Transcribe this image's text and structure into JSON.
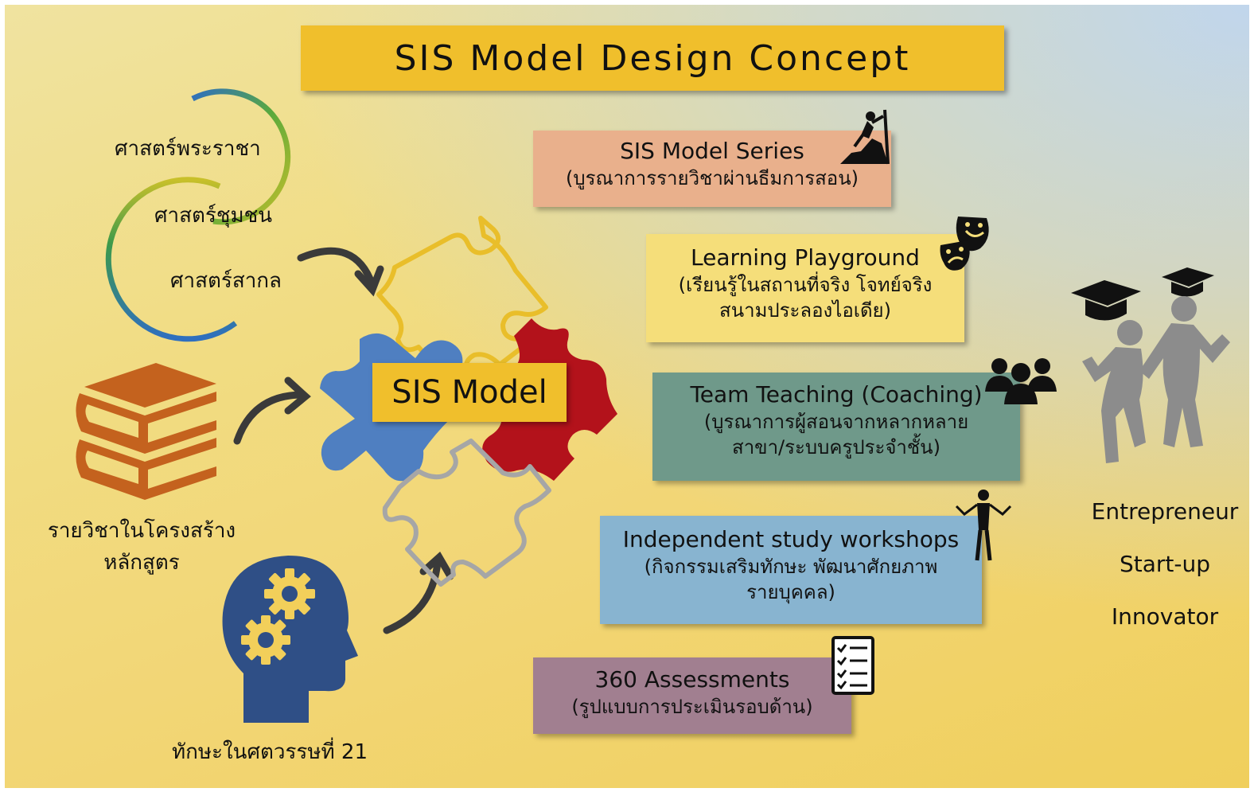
{
  "title": "SIS Model Design Concept",
  "center_label": "SIS Model",
  "sources": {
    "sciences": [
      "ศาสตร์พระราชา",
      "ศาสตร์ชุมชน",
      "ศาสตร์สากล"
    ],
    "curriculum": [
      "รายวิชาในโครงสร้าง",
      "หลักสูตร"
    ],
    "skills": "ทักษะในศตวรรษที่ 21"
  },
  "components": [
    {
      "heading": "SIS Model Series",
      "lines": [
        "(บูรณาการรายวิชาผ่านธีมการสอน)"
      ],
      "color": "#e9b08c",
      "icon": "climber-icon"
    },
    {
      "heading": "Learning Playground",
      "lines": [
        "(เรียนรู้ในสถานที่จริง โจทย์จริง",
        "สนามประลองไอเดีย)"
      ],
      "color": "#f5de7a",
      "icon": "theater-masks-icon"
    },
    {
      "heading": "Team Teaching (Coaching)",
      "lines": [
        "(บูรณาการผู้สอนจากหลากหลาย",
        "สาขา/ระบบครูประจำชั้น)"
      ],
      "color": "#6f998a",
      "icon": "people-group-icon"
    },
    {
      "heading": "Independent study workshops",
      "lines": [
        "(กิจกรรมเสริมทักษะ พัฒนาศักยภาพ",
        "รายบุคคล)"
      ],
      "color": "#88b4d0",
      "icon": "person-stretch-icon"
    },
    {
      "heading": "360 Assessments",
      "lines": [
        "(รูปแบบการประเมินรอบด้าน)"
      ],
      "color": "#a17f90",
      "icon": "checklist-icon"
    }
  ],
  "outcomes": [
    "Entrepreneur",
    "Start-up",
    "Innovator"
  ],
  "colors": {
    "title_bg": "#f0bf2c",
    "puzzle_blue": "#4f7fc1",
    "puzzle_red": "#b3121b",
    "puzzle_yellow": "#f0c22e",
    "puzzle_gray": "#a6a6a6",
    "book": "#c4621e",
    "head": "#2f4f86"
  }
}
